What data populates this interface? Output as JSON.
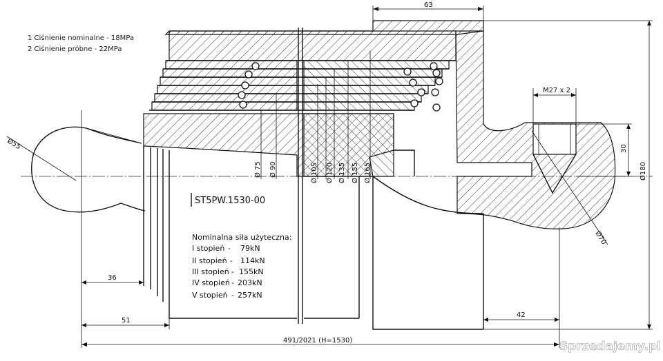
{
  "notes": [
    "1 Ciśnienie nominalne - 18MPa",
    "2 Ciśnienie próbne   - 22MPa"
  ],
  "part_number": "ST5PW.1530-00",
  "force_table": {
    "title": "Nominalna siła użyteczna:",
    "rows": [
      {
        "stage": "I stopień",
        "sep": "-",
        "value": "79kN"
      },
      {
        "stage": "II stopień",
        "sep": "-",
        "value": "114kN"
      },
      {
        "stage": "III stopień",
        "sep": "-",
        "value": "155kN"
      },
      {
        "stage": "IV stopień",
        "sep": "-",
        "value": "203kN"
      },
      {
        "stage": "V  stopień",
        "sep": "-",
        "value": "257kN"
      }
    ]
  },
  "dimensions": {
    "top_63": "63",
    "thread": "M27 x 2",
    "d55": "Ø55",
    "d70": "Ø70",
    "d180": "Ø180",
    "h30": "30",
    "l36": "36",
    "l51": "51",
    "l42": "42",
    "overall": "491/2021  (H=1530)",
    "diameters": [
      "Ø 75",
      "Ø 90",
      "Ø 105",
      "Ø 120",
      "Ø 135",
      "Ø 155",
      "Ø 165"
    ]
  },
  "watermark": "Sprzedajemy.pl"
}
